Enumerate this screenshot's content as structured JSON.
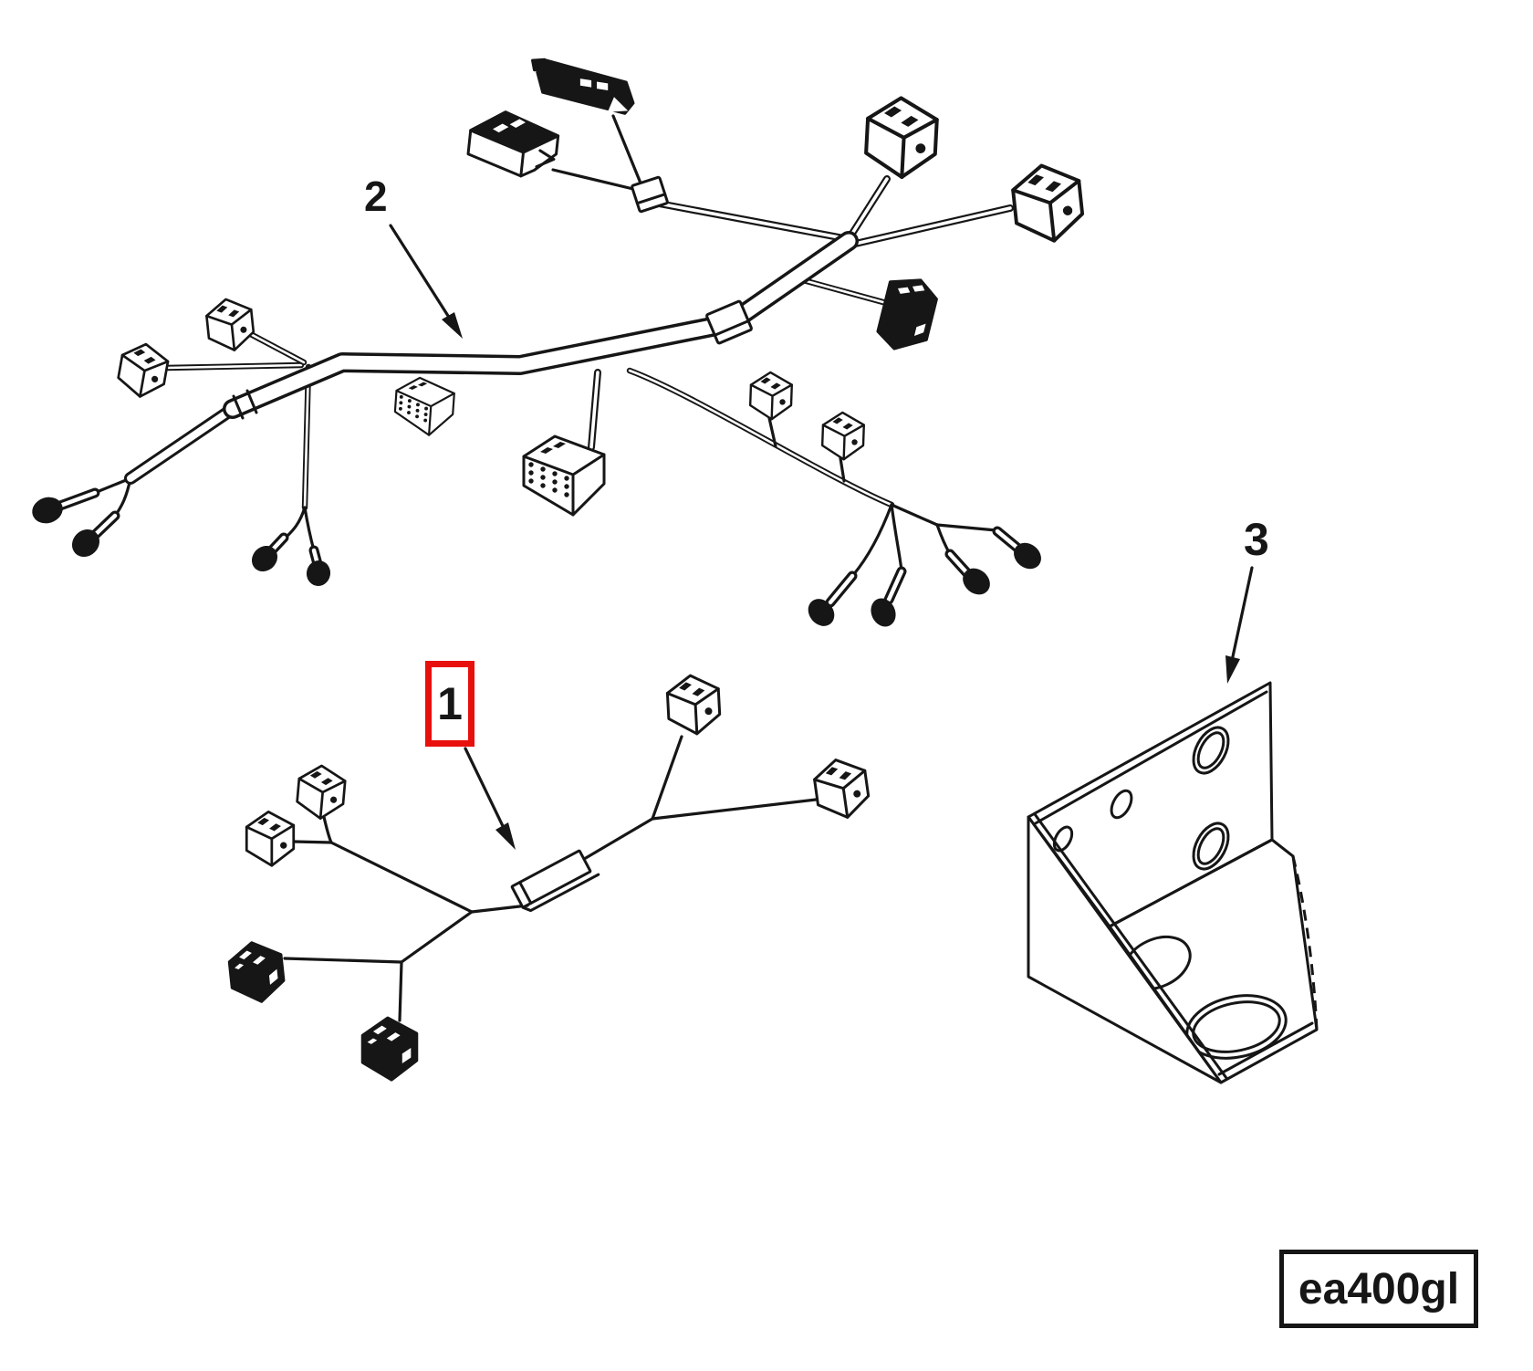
{
  "figure": {
    "background_color": "#ffffff",
    "line_color": "#161616",
    "highlight_color": "#e8100c",
    "code_label": "ea400gl",
    "callouts": [
      {
        "id": "item-2",
        "label": "2",
        "highlighted": false
      },
      {
        "id": "item-1",
        "label": "1",
        "highlighted": true
      },
      {
        "id": "item-3",
        "label": "3",
        "highlighted": false
      }
    ]
  }
}
